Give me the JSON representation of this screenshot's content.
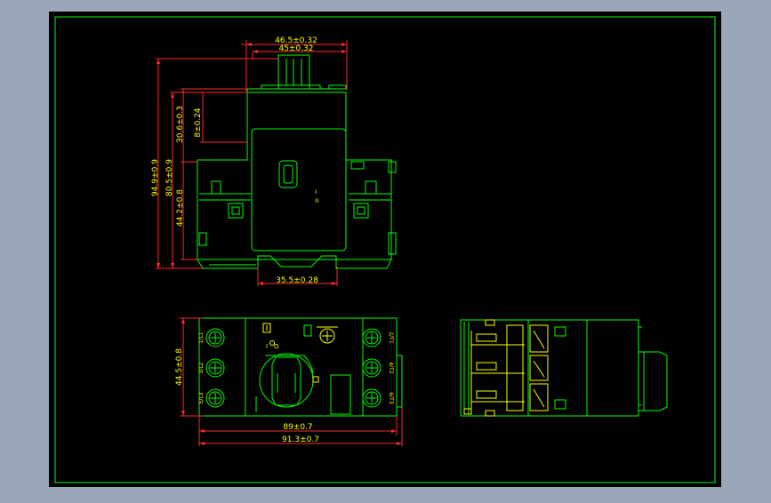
{
  "canvas": {
    "background": "#000000",
    "outer_bg": "#99a7b8",
    "frame_color": "#00ff00"
  },
  "colors": {
    "dimension": "#ff2a2a",
    "dimension_text": "#ffff00",
    "outline": "#00ff00",
    "detail": "#ffff00",
    "marking": "#ffffff"
  },
  "front_view": {
    "dims": {
      "width_outer": "46.5±0.32",
      "width_inner": "45±0.32",
      "height_total": "94.9±0.9",
      "height_body": "80.5±0.9",
      "height_upper": "30.6±0.3",
      "height_step": "8±0.24",
      "height_lower": "44.2±0.8",
      "rail_width": "35.5±0.28"
    },
    "marks": {
      "left": "ı",
      "right": "ıı"
    }
  },
  "top_view": {
    "dims": {
      "height": "44.5±0.8",
      "width_inner": "89±0.7",
      "width_outer": "91.3±0.7"
    },
    "terminals_left": [
      "1/L1",
      "3/L2",
      "5/L3"
    ],
    "terminals_right": [
      "2/T1",
      "4/T2",
      "6/T3"
    ],
    "knob_marks": {
      "on": "I",
      "off": "O"
    }
  },
  "side_view": {}
}
